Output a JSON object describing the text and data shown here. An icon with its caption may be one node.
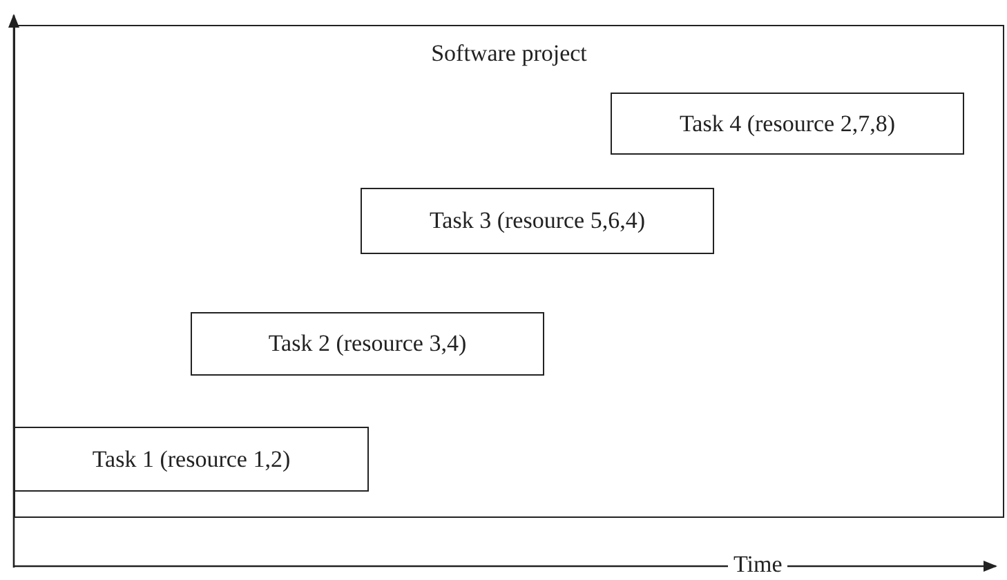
{
  "diagram": {
    "nodes": [
      {
        "text": [
          "Software project"
        ]
      },
      {
        "text": [
          "Task 1 (resource 1,2)"
        ],
        "in": 0
      },
      {
        "text": [
          "Task 2 (resource 3,4)"
        ],
        "in": 0
      },
      {
        "text": [
          "Task 3 (resource 5,6,4)"
        ],
        "in": 0
      },
      {
        "text": [
          "Task 4 (resource 2,7,8)"
        ],
        "in": 0
      }
    ],
    "labels": [
      "Time"
    ]
  }
}
